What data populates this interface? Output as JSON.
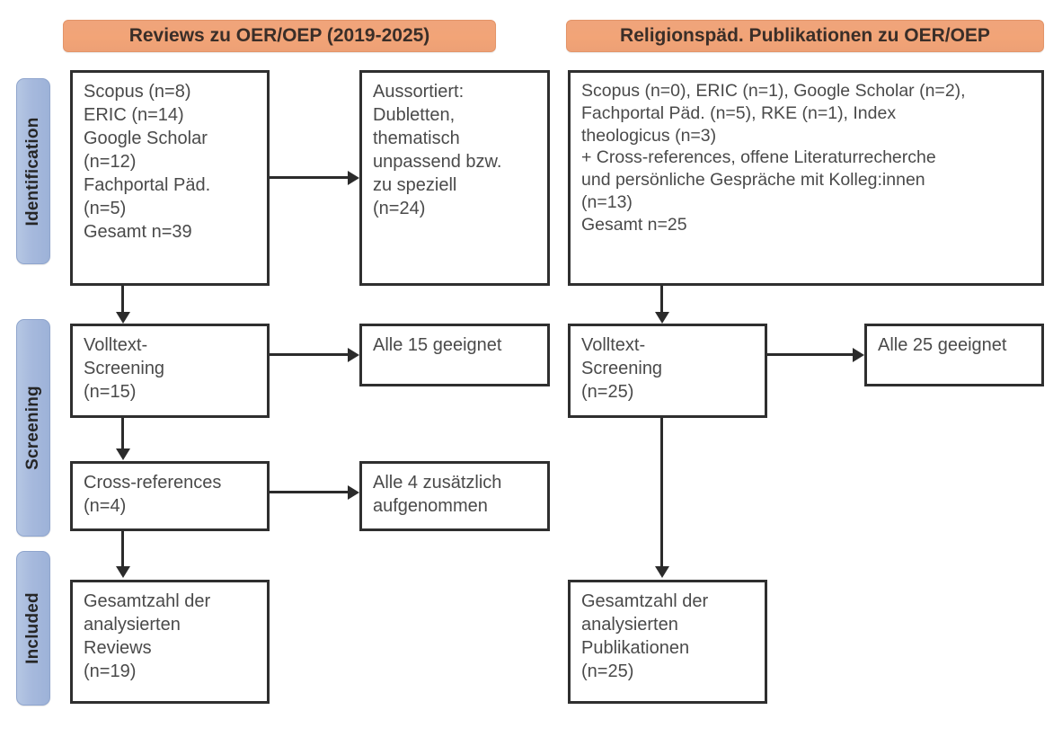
{
  "phases": [
    {
      "label": "Identification"
    },
    {
      "label": "Screening"
    },
    {
      "label": "Included"
    }
  ],
  "columns": {
    "left": {
      "header": "Reviews zu OER/OEP (2019-2025)"
    },
    "right": {
      "header": "Religionspäd. Publikationen zu OER/OEP"
    }
  },
  "nodes": {
    "left_sources": "Scopus (n=8)\nERIC (n=14)\nGoogle Scholar\n(n=12)\nFachportal Päd.\n(n=5)\nGesamt n=39",
    "left_excluded": "Aussortiert:\nDubletten,\nthematisch\nunpassend bzw.\nzu speziell\n(n=24)",
    "left_screening": "Volltext-\nScreening\n(n=15)",
    "left_screening_result": "Alle 15 geeignet",
    "left_crossref": "Cross-references\n(n=4)",
    "left_crossref_result": "Alle 4 zusätzlich\naufgenommen",
    "left_included": "Gesamtzahl der\nanalysierten\nReviews\n(n=19)",
    "right_sources": "Scopus (n=0), ERIC (n=1), Google Scholar (n=2),\nFachportal Päd. (n=5), RKE (n=1), Index\ntheologicus (n=3)\n+ Cross-references, offene Literaturrecherche\nund persönliche Gespräche mit Kolleg:innen\n(n=13)\nGesamt n=25",
    "right_screening": "Volltext-\nScreening\n(n=25)",
    "right_screening_result": "Alle 25 geeignet",
    "right_included": "Gesamtzahl der\nanalysierten\nPublikationen\n(n=25)"
  },
  "colors": {
    "phase_bar": "#a6b9dd",
    "header_orange": "#f2a477",
    "box_border": "#2f2f2f",
    "text": "#4a4a4a",
    "connector": "#2b2b2b"
  },
  "counts": {
    "left_scopus": 8,
    "left_eric": 14,
    "left_google_scholar": 12,
    "left_fachportal": 5,
    "left_total": 39,
    "left_excluded": 24,
    "left_fulltext_screening": 15,
    "left_crossreferences": 4,
    "left_included": 19,
    "right_scopus": 0,
    "right_eric": 1,
    "right_google_scholar": 2,
    "right_fachportal": 5,
    "right_rke": 1,
    "right_index_theologicus": 3,
    "right_other": 13,
    "right_total": 25,
    "right_fulltext_screening": 25,
    "right_included": 25
  }
}
